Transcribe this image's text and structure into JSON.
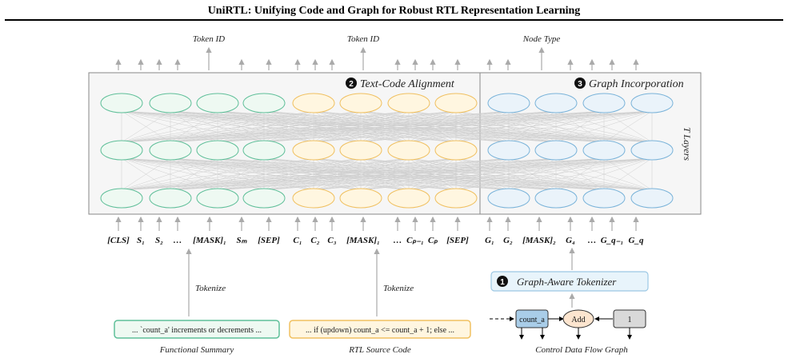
{
  "title": "UniRTL: Unifying Code and Graph for Robust RTL Representation Learning",
  "top_labels": {
    "token_id_1": "Token ID",
    "token_id_2": "Token ID",
    "node_type": "Node Type"
  },
  "sections": {
    "text_code": {
      "num": "2",
      "label": "Text-Code Alignment"
    },
    "graph": {
      "num": "3",
      "label": "Graph Incorporation"
    },
    "tokenizer": {
      "num": "1",
      "label": "Graph-Aware Tokenizer"
    }
  },
  "layers_label": "T Layers",
  "tokens": [
    {
      "text": "[CLS]"
    },
    {
      "text": "S₁"
    },
    {
      "text": "S₂"
    },
    {
      "text": "…"
    },
    {
      "text": "[MASK]₁"
    },
    {
      "text": "Sₘ"
    },
    {
      "text": "[SEP]"
    },
    {
      "text": "C₁"
    },
    {
      "text": "C₂"
    },
    {
      "text": "C₃"
    },
    {
      "text": "[MASK]₁"
    },
    {
      "text": "…"
    },
    {
      "text": "Cₚ₋₁"
    },
    {
      "text": "Cₚ"
    },
    {
      "text": "[SEP]"
    },
    {
      "text": "G₁"
    },
    {
      "text": "G₂"
    },
    {
      "text": "[MASK]₂"
    },
    {
      "text": "G₄"
    },
    {
      "text": "…"
    },
    {
      "text": "G_q₋₁"
    },
    {
      "text": "G_q"
    }
  ],
  "tokenize_label_1": "Tokenize",
  "tokenize_label_2": "Tokenize",
  "summary_box": "... `count_a' increments or decrements ...",
  "summary_caption": "Functional Summary",
  "code_box": "... if (updown) count_a <= count_a + 1;  else ...",
  "code_caption": "RTL Source Code",
  "graph": {
    "node_count": "count_a",
    "node_add": "Add",
    "node_one": "1"
  },
  "graph_caption": "Control Data Flow Graph",
  "colors": {
    "green": "#5fbf99",
    "orange": "#f0c060",
    "blue": "#7ab3d9"
  }
}
